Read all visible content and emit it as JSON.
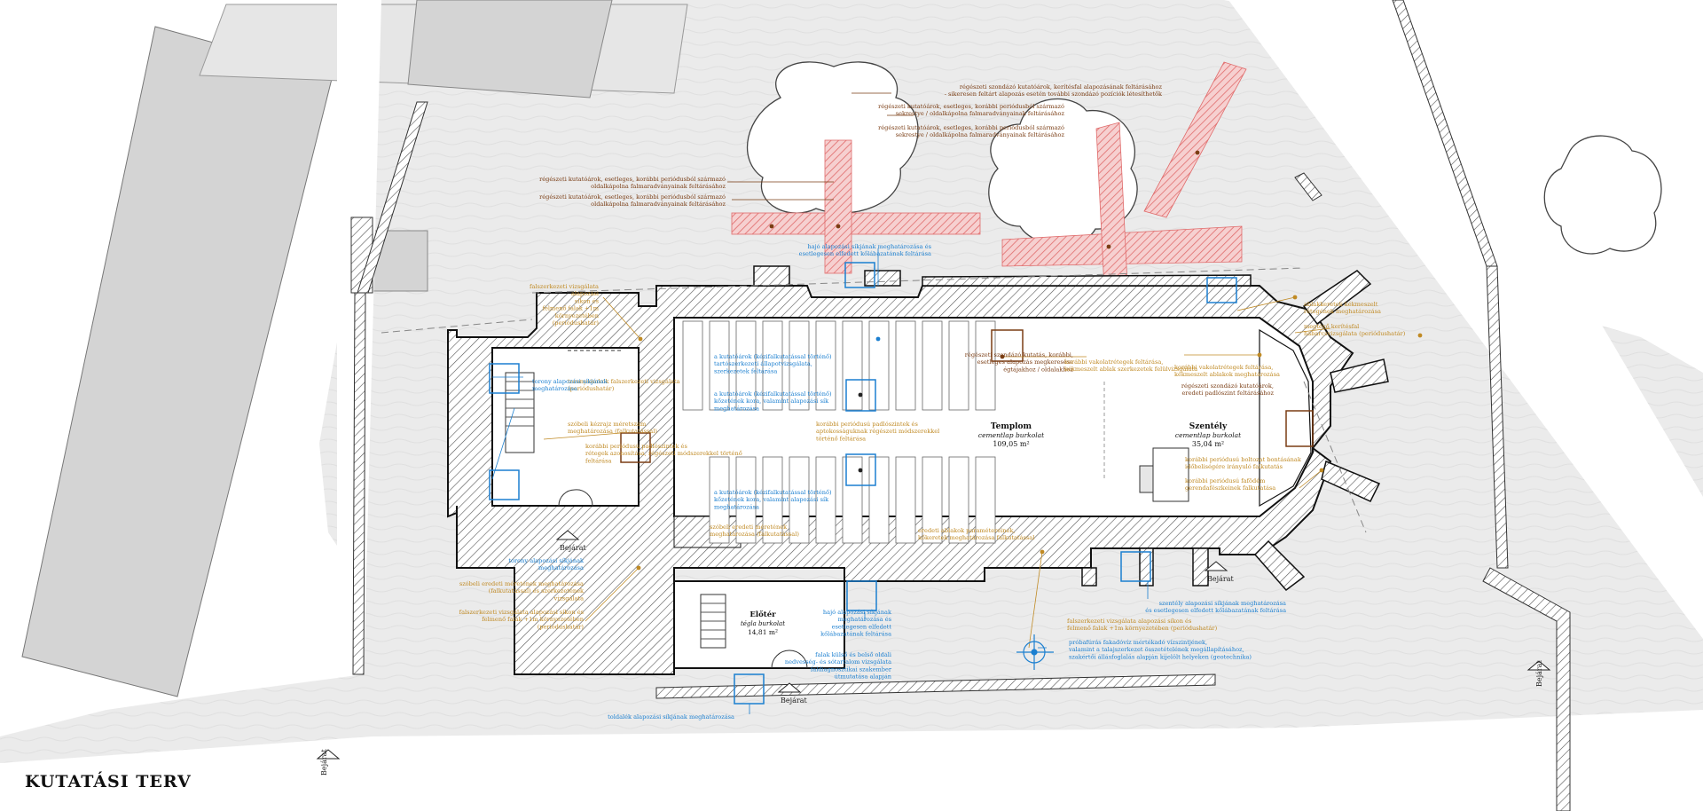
{
  "title": "KUTATÁSI TERV",
  "rooms": {
    "templom": {
      "name": "Templom",
      "material": "cementlap burkolat",
      "area": "109,05 m²"
    },
    "szentely": {
      "name": "Szentély",
      "material": "cementlap burkolat",
      "area": "35,04 m²"
    },
    "eloter": {
      "name": "Előtér",
      "material": "tégla burkolat",
      "area": "14,81 m²"
    }
  },
  "entrances": [
    "Bejárat",
    "Bejárat",
    "Bejárat",
    "Bejárat",
    "Bejárat"
  ],
  "notes_brown": [
    [
      "régészeti szondázó kutatóárok, kerítésfal alapozásának feltárásához",
      "- sikeresen feltárt alapozás esetén további szondázó pozíciók létesíthetők"
    ],
    [
      "régészeti kutatóárok, esetleges, korábbi periódusból származó",
      "sekrestye / oldalkápolna falmaradványainak feltárásához"
    ],
    [
      "régészeti kutatóárok, esetleges, korábbi periódusból származó",
      "sekrestye / oldalkápolna falmaradványainak feltárásához"
    ],
    [
      "régészeti kutatóárok, esetleges, korábbi periódusból származó",
      "oldalkápolna falmaradványainak feltárásához"
    ],
    [
      "régészeti kutatóárok, esetleges, korábbi periódusból származó",
      "oldalkápolna falmaradványainak feltárásához"
    ],
    [
      "régészeti szondázó kutatás, korábbi,",
      "esetleges alapozás megkeresése",
      "égtájakhoz / oldalakhoz"
    ],
    [
      "régészeti szondázó kutatóárok,",
      "eredeti padlószint feltárásához"
    ]
  ],
  "notes_orange": [
    [
      "falszerkezeti vizsgálata",
      "alapozási",
      "síkon és",
      "felmenő falak +1m",
      "környezetében",
      "(periódushatár)"
    ],
    [
      "toronysisakok falszerkezeti vizsgálata",
      "(periódushatár)"
    ],
    [
      "szóbeli kézrajz méretszám",
      "meghatározása (falkutatással)"
    ],
    [
      "korábbi periódusú padlószintek és",
      "rétegek azonosítása, régészeti módszerekkel történő",
      "feltárása"
    ],
    [
      "korábbi periódusú padlószintek és",
      "aptokosságuknak régészeti módszerekkel",
      "történő feltárása"
    ],
    [
      "korábbi vakolatrétegek feltárása,",
      "kékmeszelt ablak szerkezetek felülvizsgálata"
    ],
    [
      "korábbi vakolatrétegek feltárása,",
      "kékmeszelt ablakok meghatározása"
    ],
    [
      "szóbeli eredeti méretének",
      "meghatározása (falkutatással)"
    ],
    [
      "eredeti ablakok paramétereinek,",
      "kőkeretek meghatározása falkutatással"
    ],
    [
      "korábbi periódusú boltozat bontásának",
      "időbeliségére irányuló falkutatás"
    ],
    [
      "korábbi periódusú fafödém",
      "gerendafészkeinek falkutatása"
    ],
    [
      "ablakkeretek kékmeszelt",
      "rétegének meghatározása"
    ],
    [
      "szóbeli eredeti méretének meghatározása",
      "(falkutatással) és szerkezetének",
      "vizsgálata"
    ],
    [
      "falszerkezeti vizsgálata alapozási síkon és",
      "felmenő falak +1m környezetében",
      "(periódushatár)"
    ],
    [
      "falszerkezeti vizsgálata alapozási síkon és",
      "felmenő falak +1m környezetében (periódushatár)"
    ],
    [
      "megtévő kerítésfal",
      "habarcsvizsgálata (periódushatár)"
    ]
  ],
  "notes_blue": [
    [
      "hajó alapozási síkjának meghatározása és",
      "esetlegesen elfedett kőlábazatának feltárása"
    ],
    [
      "a kutatóárok (kézifalkutatással történő)",
      "tartószerkezeti állapotvizsgálata,",
      "szerkezetek feltárása"
    ],
    [
      "a kutatóárok (kézifalkutatással történő)",
      "kőzetének kora, valamint alapozási sík",
      "meghatározása"
    ],
    [
      "a kutatóárok (kézifalkutatással történő)",
      "kőzetének kora, valamint alapozási sík",
      "meghatározása"
    ],
    [
      "torony alapozási síkjának",
      "meghatározása"
    ],
    [
      "torony alapozási síkjának",
      "meghatározása"
    ],
    [
      "hajó alapozási síkjának",
      "meghatározása és",
      "esetlegesen elfedett",
      "kőlábazatának feltárása"
    ],
    [
      "falak külső és belső oldali",
      "nedvesség- és sótartalom vizsgálata",
      "faldiagnosztikai szakember",
      "útmutatása alapján"
    ],
    [
      "toldalék alapozási síkjának meghatározása"
    ],
    [
      "szentély alapozási síkjának meghatározása",
      "és esetlegesen elfedett kőlábazatának feltárása"
    ],
    [
      "próbafúrás fakadóvíz mértékadó vízszintjének,",
      "valamint a talajszerkezet összetételének megállapításához,",
      "szakértői állásfoglalás alapján kijelölt helyeken (geotechnika)"
    ]
  ],
  "colors": {
    "brown": "#7a3d14",
    "orange": "#c08a24",
    "blue": "#1b7fd0",
    "red_hatch": "#e06b6b",
    "grey_fill": "#ececec",
    "dark_building": "#d4d4d4"
  }
}
